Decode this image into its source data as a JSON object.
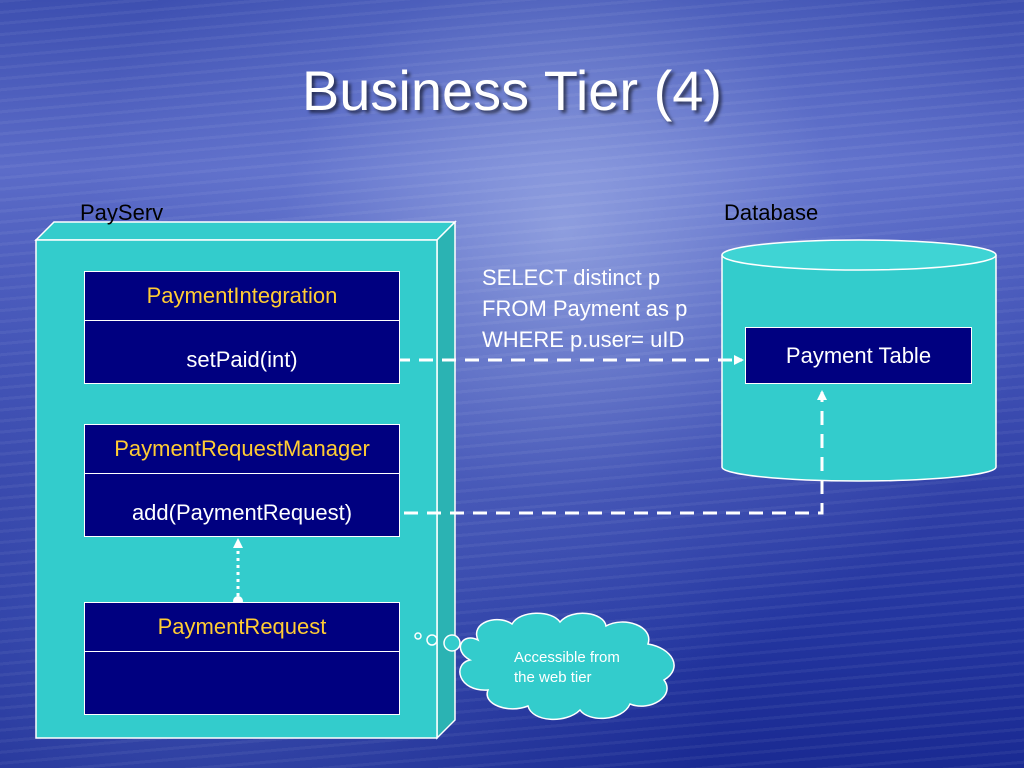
{
  "slide": {
    "title": "Business Tier (4)"
  },
  "node": {
    "label": "PayServ"
  },
  "database": {
    "label": "Database",
    "table": "Payment Table"
  },
  "components": [
    {
      "name": "PaymentIntegration",
      "operation": "setPaid(int)"
    },
    {
      "name": "PaymentRequestManager",
      "operation": "add(PaymentRequest)"
    },
    {
      "name": "PaymentRequest",
      "operation": ""
    }
  ],
  "query": {
    "lines": [
      "SELECT distinct p",
      "FROM Payment as p",
      "WHERE p.user= uID"
    ]
  },
  "note": {
    "lines": [
      "Accessible from",
      "the web tier"
    ]
  },
  "colors": {
    "node_fill": "#33cccc",
    "box_fill": "#000080",
    "header_text": "#ffcc33",
    "text": "#ffffff"
  }
}
